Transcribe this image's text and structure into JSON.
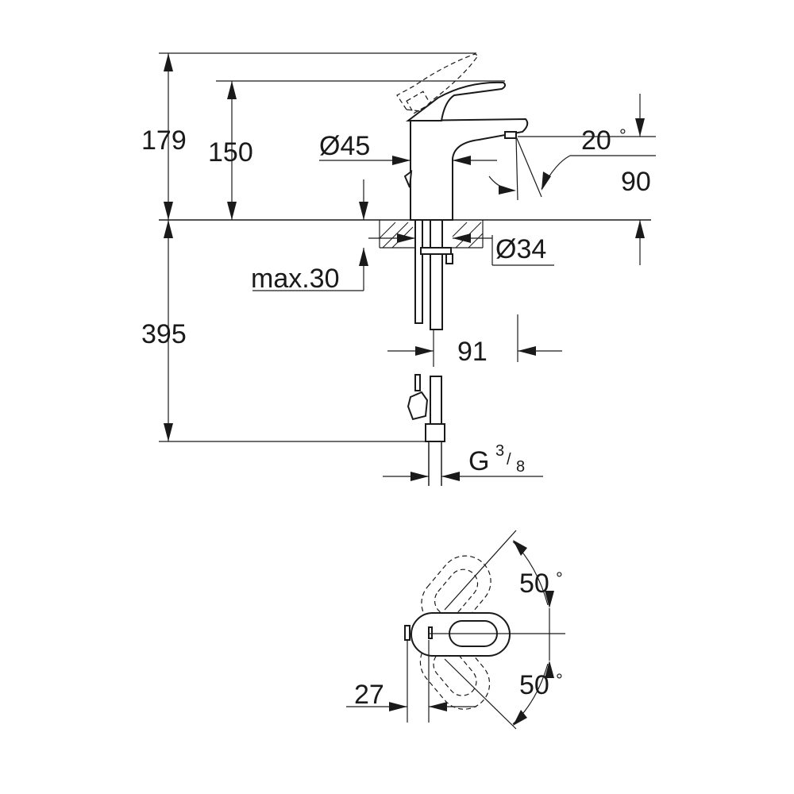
{
  "dimensions": {
    "total_height": "179",
    "spout_height": "150",
    "body_diameter": "Ø45",
    "spout_angle": "20",
    "spout_reach_height": "90",
    "hole_diameter": "Ø34",
    "max_thickness": "max.30",
    "hose_length": "395",
    "spout_reach": "91",
    "connection_prefix": "G",
    "connection_numerator": "3",
    "connection_denominator": "8",
    "lever_rotation_up": "50",
    "lever_rotation_down": "50",
    "lever_offset": "27"
  },
  "symbols": {
    "degree": "°",
    "fraction_slash": "/"
  }
}
